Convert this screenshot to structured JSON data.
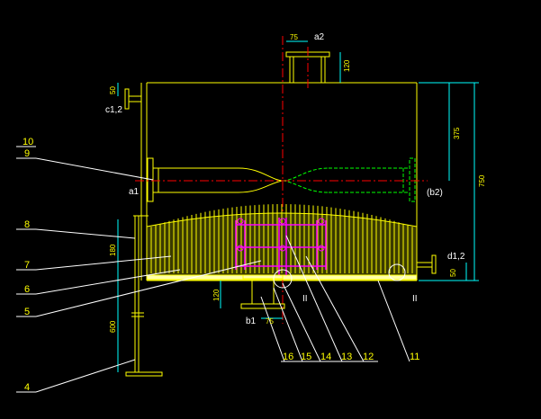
{
  "colors": {
    "background": "#000000",
    "vessel": "#ffff00",
    "dimension": "#00ffff",
    "centerline": "#ff0000",
    "green_dashed": "#00ff00",
    "flange": "#ff00ff",
    "leader": "#ffffff"
  },
  "nozzles": {
    "a1": "a1",
    "a2": "a2",
    "b1": "b1",
    "b2": "(b2)",
    "c12": "c1,2",
    "d12": "d1,2"
  },
  "dimensions": {
    "d75_top": "75",
    "d120_top": "120",
    "d50_left": "50",
    "d375": "375",
    "d750": "750",
    "d180": "180",
    "d600": "600",
    "d120_bottom": "120",
    "d75_bottom": "75",
    "d50_right": "50"
  },
  "details": {
    "detail_left": "II",
    "detail_right": "II"
  },
  "part_numbers": {
    "p10": "10",
    "p9": "9",
    "p8": "8",
    "p7": "7",
    "p6": "6",
    "p5": "5",
    "p4": "4",
    "p16": "16",
    "p15": "15",
    "p14": "14",
    "p13": "13",
    "p12": "12",
    "p11": "11"
  }
}
